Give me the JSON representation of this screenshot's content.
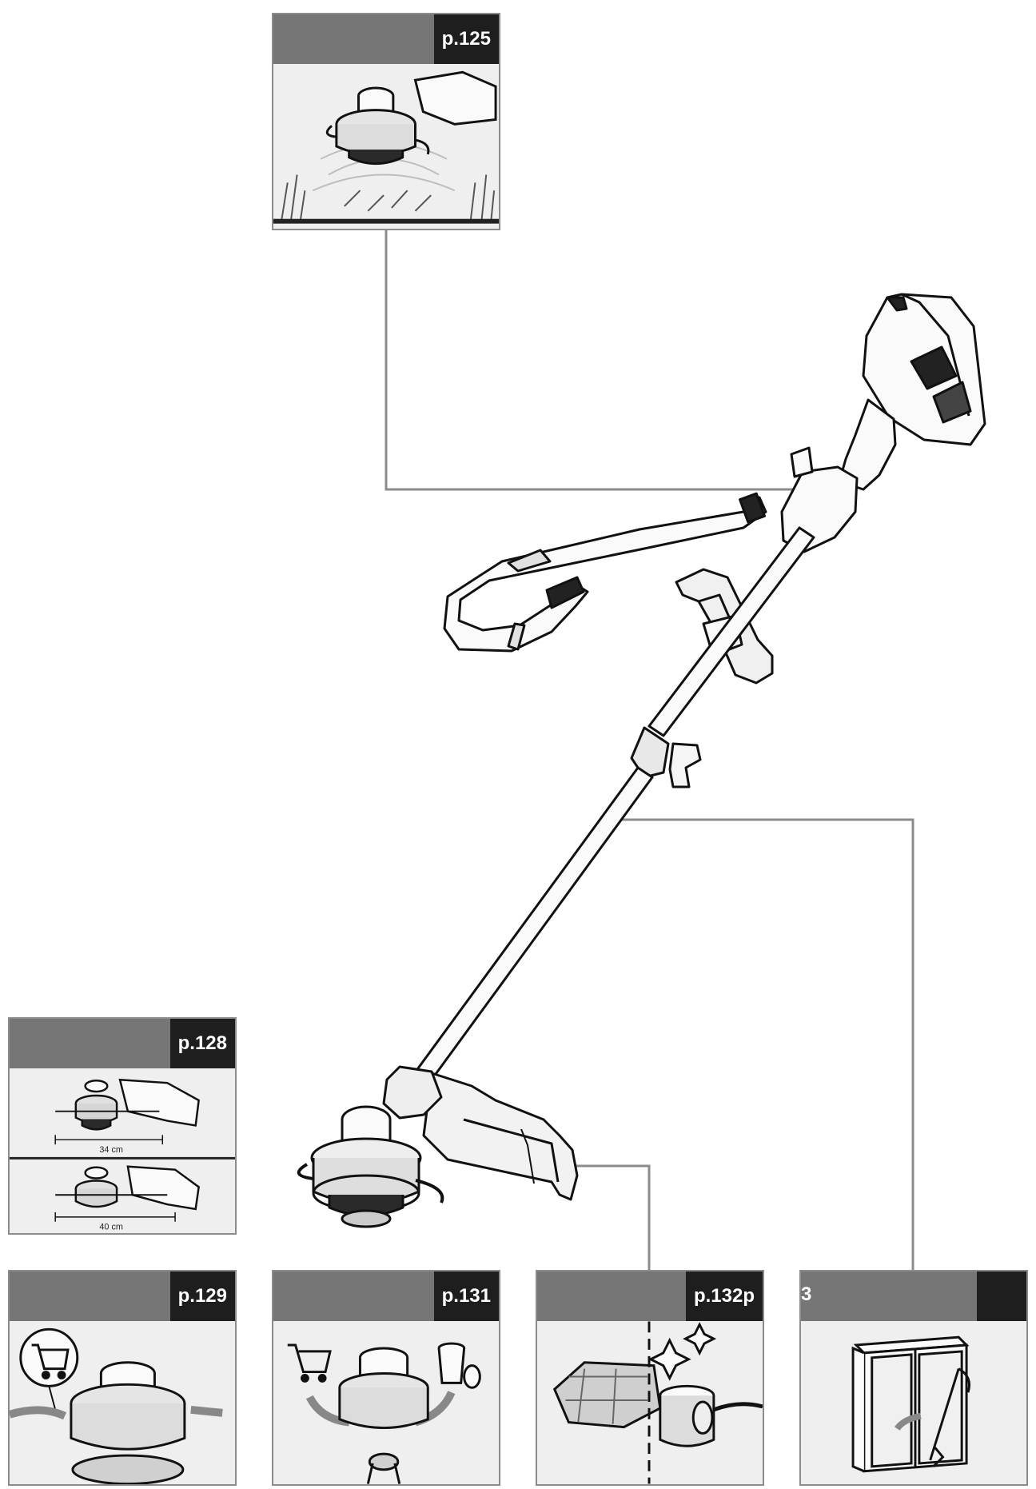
{
  "panels": {
    "p125": {
      "page": "p.125"
    },
    "p128": {
      "page": "p.128",
      "measure_short": "34 cm",
      "measure_long": "40 cm"
    },
    "p129": {
      "page": "p.129"
    },
    "p131": {
      "page": "p.131"
    },
    "p132": {
      "page": "p.132p",
      "page_tail": "3"
    },
    "p133": {
      "page": ""
    }
  },
  "icons": [
    "cut-grass-icon",
    "line-length-icon",
    "shopping-cart-icon",
    "trash-can-icon",
    "clean-sparkle-icon",
    "storage-cabinet-icon"
  ],
  "colors": {
    "header_gray": "#767676",
    "tag_black": "#1e1e1e",
    "panel_bg": "#ececec",
    "leader_line": "#8c8c8c"
  }
}
